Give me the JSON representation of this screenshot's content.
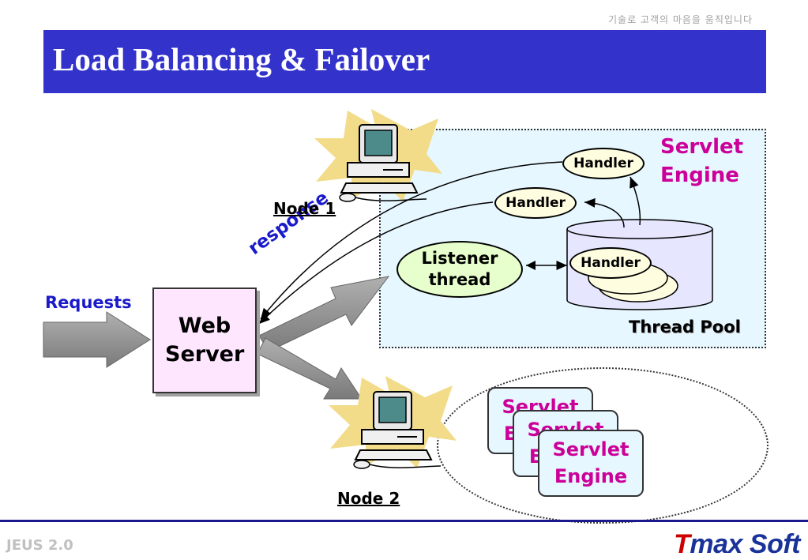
{
  "header": {
    "tagline": "기술로 고객의 마음을 움직입니다",
    "title": "Load Balancing & Failover"
  },
  "diagram": {
    "requests_label": "Requests",
    "response_label": "response",
    "web_server_label": "Web Server",
    "node1_label": "Node 1",
    "node2_label": "Node 2",
    "servlet_engine_label": "Servlet Engine",
    "listener_label": "Listener thread",
    "thread_pool_label": "Thread Pool",
    "handler_label": "Handler",
    "node2_engines": [
      "Servlet Engine",
      "Servlet Engine",
      "Servlet Engine"
    ]
  },
  "footer": {
    "version": "JEUS 2.0",
    "logo_initial": "T",
    "logo_rest": "max Soft"
  },
  "colors": {
    "title_bar": "#3333cc",
    "accent_magenta": "#cc0099",
    "requests_blue": "#1a1acc",
    "logo_red": "#cc0000",
    "logo_blue": "#1a3399"
  }
}
